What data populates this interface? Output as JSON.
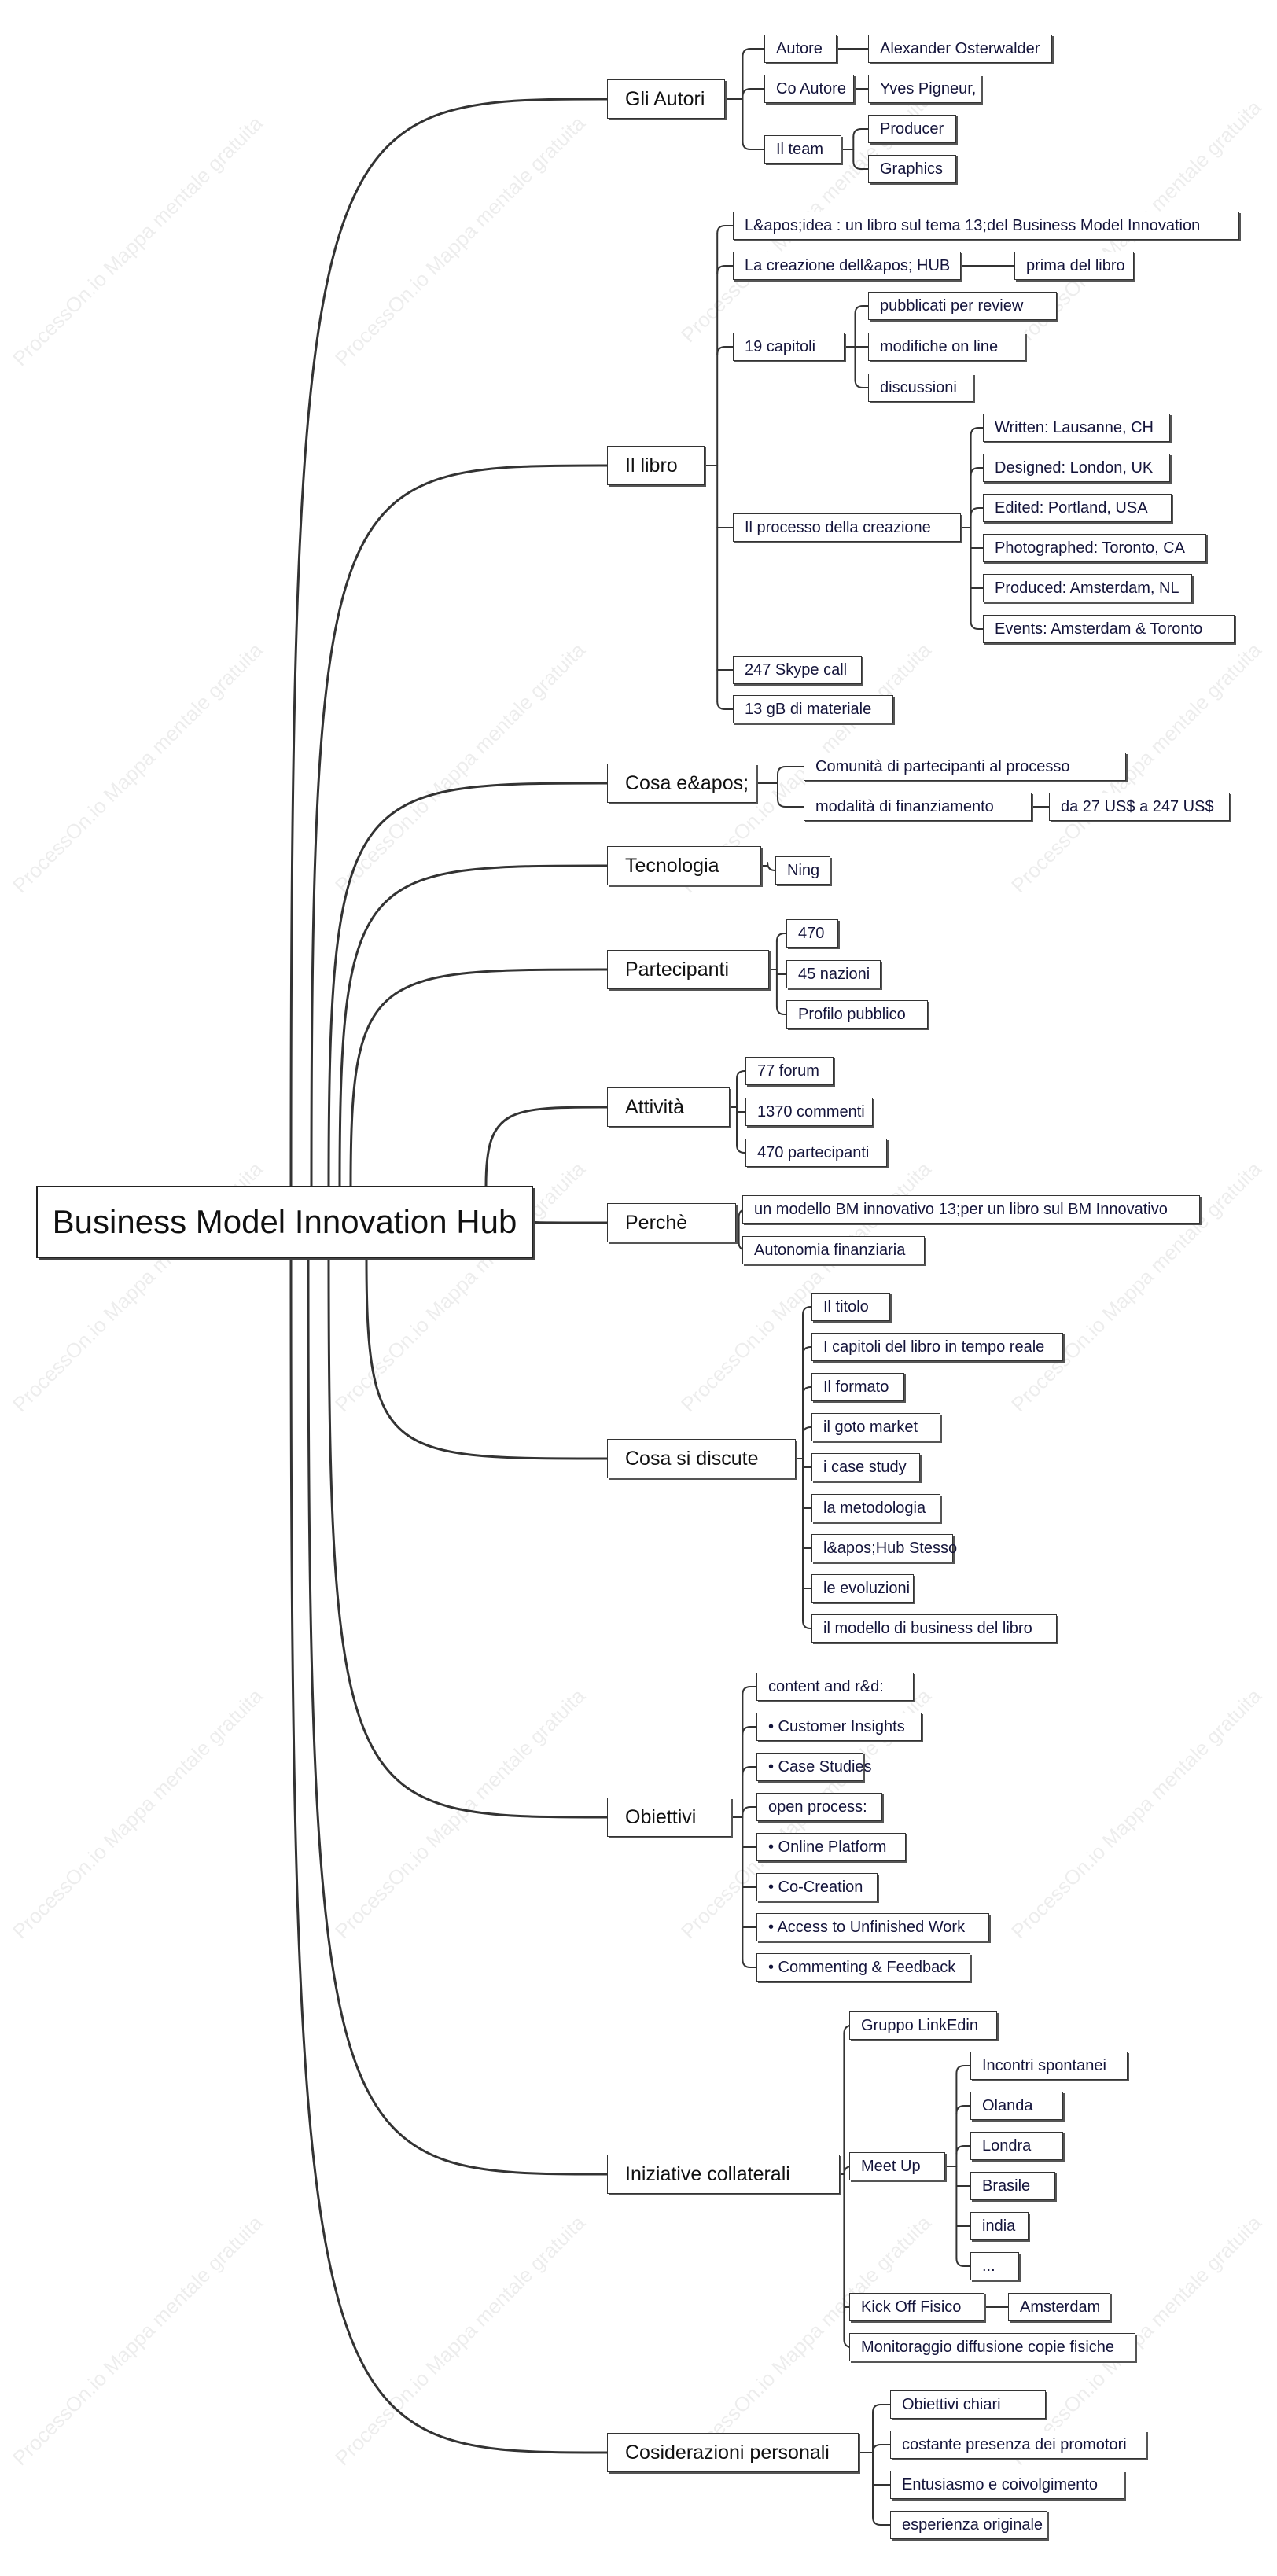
{
  "watermark": "ProcessOn.io Mappa mentale gratuita",
  "colors": {
    "line": "#333333",
    "text": "#14143a"
  },
  "root": {
    "label": "Business Model Innovation Hub"
  },
  "branches": [
    {
      "label": "Gli Autori",
      "children": [
        {
          "label": "Autore",
          "children": [
            {
              "label": "Alexander Osterwalder"
            }
          ]
        },
        {
          "label": "Co Autore",
          "children": [
            {
              "label": "Yves Pigneur,"
            }
          ]
        },
        {
          "label": "Il team",
          "children": [
            {
              "label": "Producer"
            },
            {
              "label": "Graphics"
            }
          ]
        }
      ]
    },
    {
      "label": "Il libro",
      "children": [
        {
          "label": "L&apos;idea : un libro sul tema 13;del Business Model Innovation"
        },
        {
          "label": "La creazione dell&apos; HUB",
          "children": [
            {
              "label": "prima del libro"
            }
          ]
        },
        {
          "label": "19 capitoli",
          "children": [
            {
              "label": "pubblicati per review"
            },
            {
              "label": "modifiche on line"
            },
            {
              "label": "discussioni"
            }
          ]
        },
        {
          "label": "Il processo della creazione",
          "children": [
            {
              "label": "Written: Lausanne, CH"
            },
            {
              "label": "Designed: London, UK"
            },
            {
              "label": "Edited: Portland, USA"
            },
            {
              "label": "Photographed: Toronto, CA"
            },
            {
              "label": "Produced: Amsterdam, NL"
            },
            {
              "label": "Events: Amsterdam & Toronto"
            }
          ]
        },
        {
          "label": "247 Skype call"
        },
        {
          "label": "13 gB di materiale"
        }
      ]
    },
    {
      "label": "Cosa e&apos;",
      "children": [
        {
          "label": "Comunità di partecipanti al processo"
        },
        {
          "label": "modalità di finanziamento",
          "children": [
            {
              "label": "da 27 US$ a 247 US$"
            }
          ]
        }
      ]
    },
    {
      "label": "Tecnologia",
      "children": [
        {
          "label": "Ning"
        }
      ]
    },
    {
      "label": "Partecipanti",
      "children": [
        {
          "label": "470"
        },
        {
          "label": "45 nazioni"
        },
        {
          "label": "Profilo pubblico"
        }
      ]
    },
    {
      "label": "Attività",
      "children": [
        {
          "label": "77 forum"
        },
        {
          "label": "1370 commenti"
        },
        {
          "label": "470 partecipanti"
        }
      ]
    },
    {
      "label": "Perchè",
      "children": [
        {
          "label": "un modello BM innovativo 13;per un libro sul BM Innovativo"
        },
        {
          "label": "Autonomia finanziaria"
        }
      ]
    },
    {
      "label": "Cosa si discute",
      "children": [
        {
          "label": "Il titolo"
        },
        {
          "label": "I capitoli del libro in tempo reale"
        },
        {
          "label": "Il formato"
        },
        {
          "label": "il goto market"
        },
        {
          "label": "i case study"
        },
        {
          "label": "la metodologia"
        },
        {
          "label": "l&apos;Hub Stesso"
        },
        {
          "label": "le evoluzioni"
        },
        {
          "label": "il modello di business del libro"
        }
      ]
    },
    {
      "label": "Obiettivi",
      "children": [
        {
          "label": "content and r&d:"
        },
        {
          "label": "• Customer Insights"
        },
        {
          "label": "• Case Studies"
        },
        {
          "label": "open process:"
        },
        {
          "label": "• Online Platform"
        },
        {
          "label": "• Co-Creation"
        },
        {
          "label": "• Access to Unfinished Work"
        },
        {
          "label": "• Commenting & Feedback"
        }
      ]
    },
    {
      "label": "Iniziative collaterali",
      "children": [
        {
          "label": "Gruppo LinkEdin"
        },
        {
          "label": "Meet Up",
          "children": [
            {
              "label": "Incontri spontanei"
            },
            {
              "label": "Olanda"
            },
            {
              "label": "Londra"
            },
            {
              "label": "Brasile"
            },
            {
              "label": "india"
            },
            {
              "label": "..."
            }
          ]
        },
        {
          "label": "Kick Off Fisico",
          "children": [
            {
              "label": "Amsterdam"
            }
          ]
        },
        {
          "label": "Monitoraggio diffusione copie fisiche"
        }
      ]
    },
    {
      "label": "Cosiderazioni personali",
      "children": [
        {
          "label": "Obiettivi chiari"
        },
        {
          "label": "costante presenza dei promotori"
        },
        {
          "label": "Entusiasmo e coivolgimento"
        },
        {
          "label": "esperienza originale"
        }
      ]
    }
  ]
}
